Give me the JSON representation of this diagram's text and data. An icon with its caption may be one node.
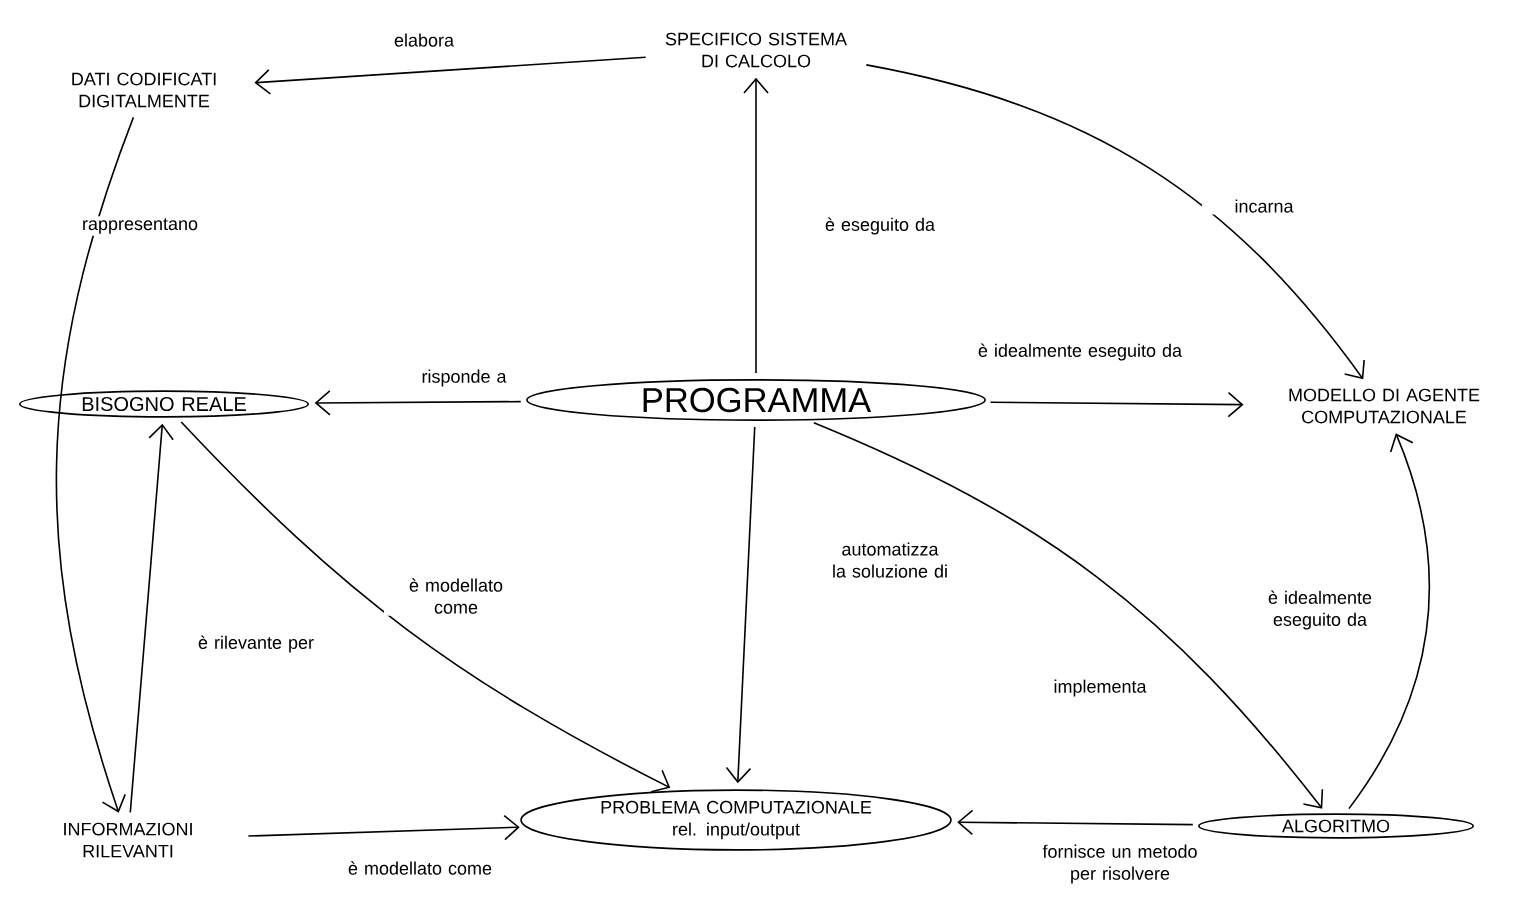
{
  "diagram": {
    "nodes": [
      {
        "text": [
          "DATI CODIFICATI DIGITALMENTE"
        ]
      },
      {
        "text": [
          "SPECIFICO SISTEMA DI CALCOLO"
        ]
      },
      {
        "text": [
          "MODELLO DI AGENTE COMPUTAZIONALE"
        ]
      },
      {
        "text": [
          "BISOGNO REALE"
        ]
      },
      {
        "text": [
          "PROGRAMMA"
        ]
      },
      {
        "text": [
          "INFORMAZIONI RILEVANTI"
        ]
      },
      {
        "text": [
          "PROBLEMA COMPUTAZIONALE rel. input/output"
        ]
      },
      {
        "text": [
          "ALGORITMO"
        ]
      }
    ],
    "edges": [
      {
        "from": 1,
        "to": 0,
        "arrow": "to",
        "label": "elabora"
      },
      {
        "from": 0,
        "to": 5,
        "arrow": "to",
        "label": "rappresentano"
      },
      {
        "from": 4,
        "to": 1,
        "arrow": "to",
        "label": "è eseguito da"
      },
      {
        "from": 1,
        "to": 2,
        "arrow": "to",
        "label": "incarna"
      },
      {
        "from": 4,
        "to": 3,
        "arrow": "to",
        "label": "risponde a"
      },
      {
        "from": 4,
        "to": 2,
        "arrow": "to",
        "label": "è idealmente eseguito da"
      },
      {
        "from": 4,
        "to": 6,
        "arrow": "to",
        "label": "automatizza la soluzione di"
      },
      {
        "from": 4,
        "to": 7,
        "arrow": "to",
        "label": "implementa"
      },
      {
        "from": 5,
        "to": 3,
        "arrow": "to",
        "label": "è rilevante per"
      },
      {
        "from": 3,
        "to": 6,
        "arrow": "to",
        "label": "è modellato come"
      },
      {
        "from": 5,
        "to": 6,
        "arrow": "to",
        "label": "è modellato come"
      },
      {
        "from": 7,
        "to": 6,
        "arrow": "to",
        "label": "fornisce un metodo per risolvere"
      },
      {
        "from": 7,
        "to": 2,
        "arrow": "to",
        "label": "è idealmente eseguito da"
      }
    ]
  }
}
